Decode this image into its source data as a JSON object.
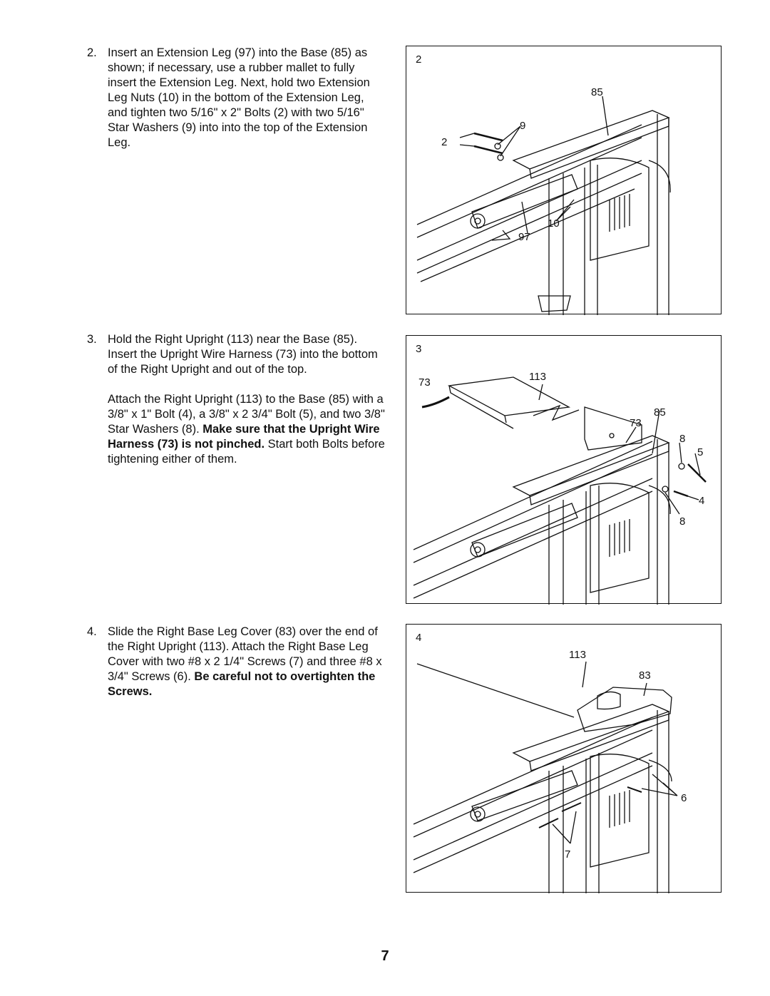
{
  "steps": [
    {
      "number": "2.",
      "paragraphs": [
        {
          "plain": "Insert an Extension Leg (97) into the Base (85) as shown; if necessary, use a rubber mallet to fully insert the Extension Leg. Next, hold two Extension Leg Nuts (10) in the bottom of the Extension Leg, and tighten two 5/16\" x 2\" Bolts (2) with two 5/16\" Star Washers (9) into into the top of the Extension Leg.",
          "bold": ""
        }
      ]
    },
    {
      "number": "3.",
      "paragraphs": [
        {
          "plain": "Hold the Right Upright (113) near the Base (85). Insert the Upright Wire Harness (73) into the bottom of the Right Upright and out of the top.",
          "bold": ""
        },
        {
          "plain": "Attach the Right Upright (113) to the Base (85) with a 3/8\" x 1\" Bolt (4), a 3/8\" x 2 3/4\" Bolt (5), and two 3/8\" Star Washers (8).",
          "bold": "Make sure that the Upright Wire Harness (73) is not pinched.",
          "after": "Start both Bolts before tightening either of them."
        }
      ]
    },
    {
      "number": "4.",
      "paragraphs": [
        {
          "plain": "Slide the Right Base Leg Cover (83) over the end of the Right Upright (113). Attach the Right Base Leg Cover with two #8 x 2 1/4\" Screws (7) and three #8 x 3/4\" Screws (6).",
          "bold": "Be careful not to overtighten the Screws."
        }
      ]
    }
  ],
  "figures": [
    {
      "number": "2",
      "callouts": {
        "c85": "85",
        "c9": "9",
        "c2": "2",
        "c10": "10",
        "c97": "97"
      }
    },
    {
      "number": "3",
      "callouts": {
        "c73a": "73",
        "c113": "113",
        "c85": "85",
        "c73b": "73",
        "c8a": "8",
        "c5": "5",
        "c4": "4",
        "c8b": "8"
      }
    },
    {
      "number": "4",
      "callouts": {
        "c113": "113",
        "c83": "83",
        "c6": "6",
        "c7": "7"
      }
    }
  ],
  "page_number": "7"
}
